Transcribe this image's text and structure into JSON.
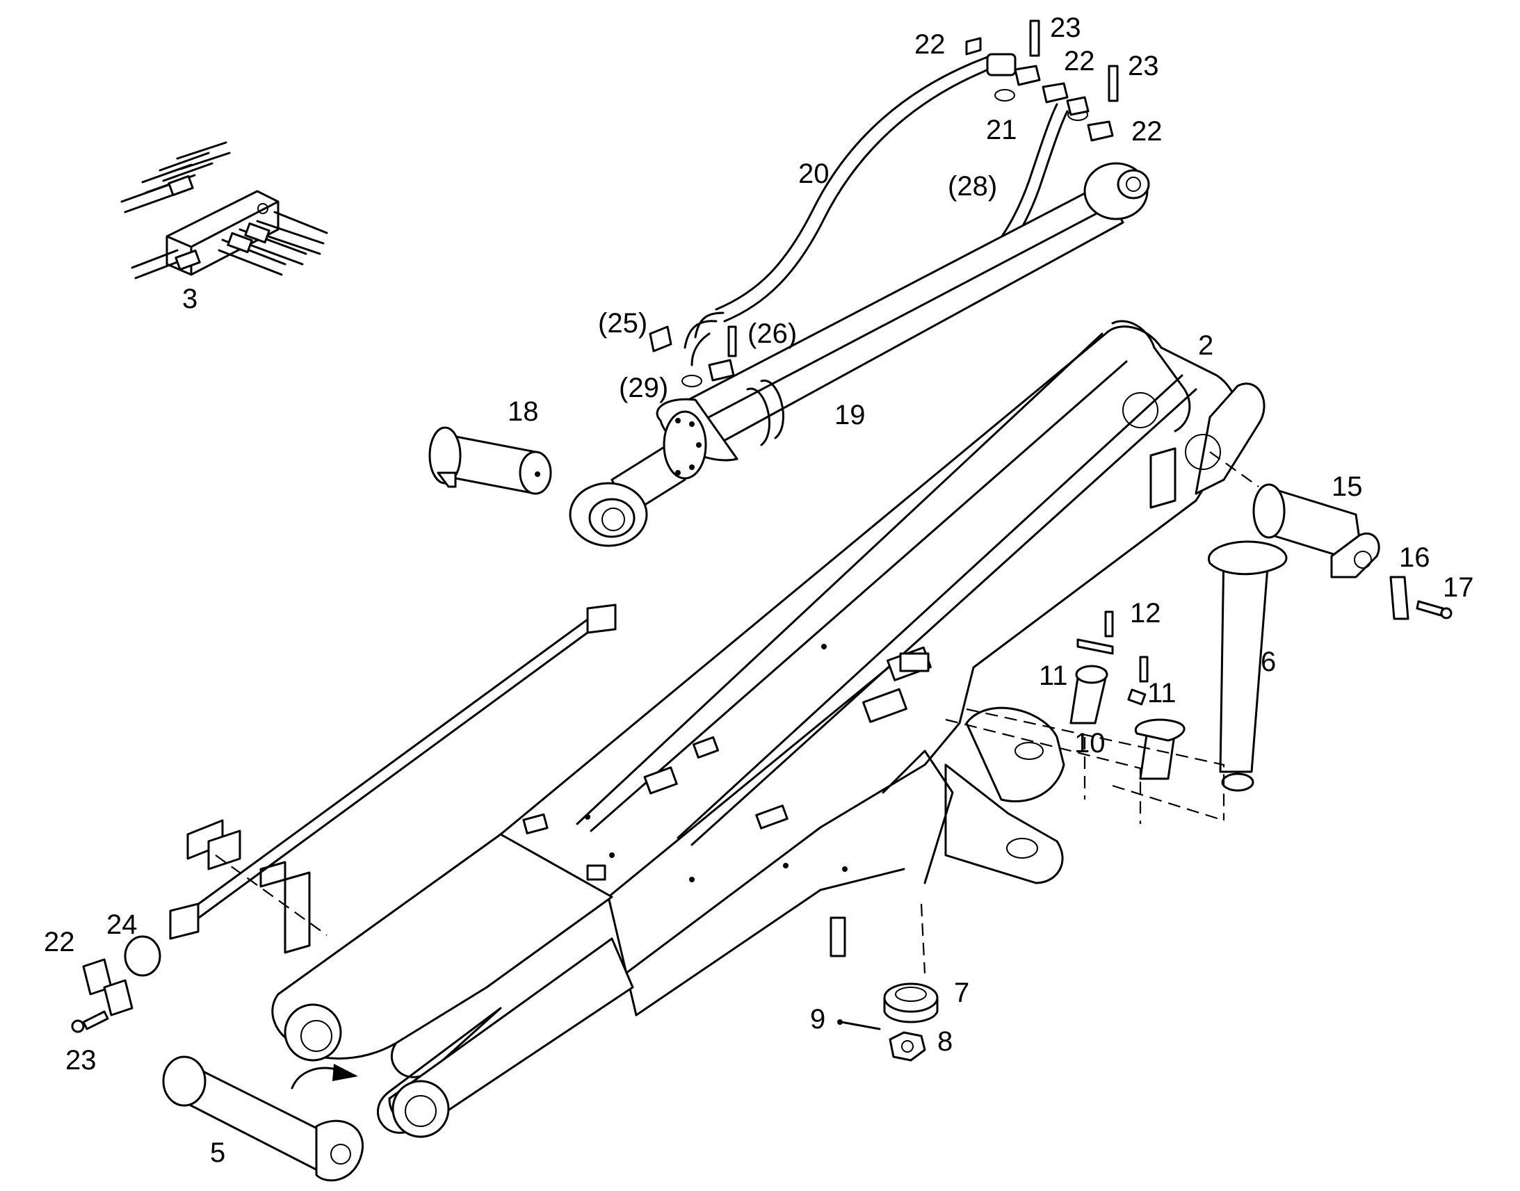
{
  "colors": {
    "ink": "#000000",
    "background": "#ffffff"
  },
  "callouts": {
    "c2": "2",
    "c3": "3",
    "c5": "5",
    "c6": "6",
    "c7": "7",
    "c8": "8",
    "c9": "9",
    "c10": "10",
    "c11a": "11",
    "c11b": "11",
    "c12": "12",
    "c15": "15",
    "c16": "16",
    "c17": "17",
    "c18": "18",
    "c19": "19",
    "c20": "20",
    "c21": "21",
    "c22a": "22",
    "c22b": "22",
    "c22c": "22",
    "c22d": "22",
    "c23a": "23",
    "c23b": "23",
    "c23c": "23",
    "c24": "24",
    "c25": "(25)",
    "c26": "(26)",
    "c28": "(28)",
    "c29": "(29)"
  }
}
